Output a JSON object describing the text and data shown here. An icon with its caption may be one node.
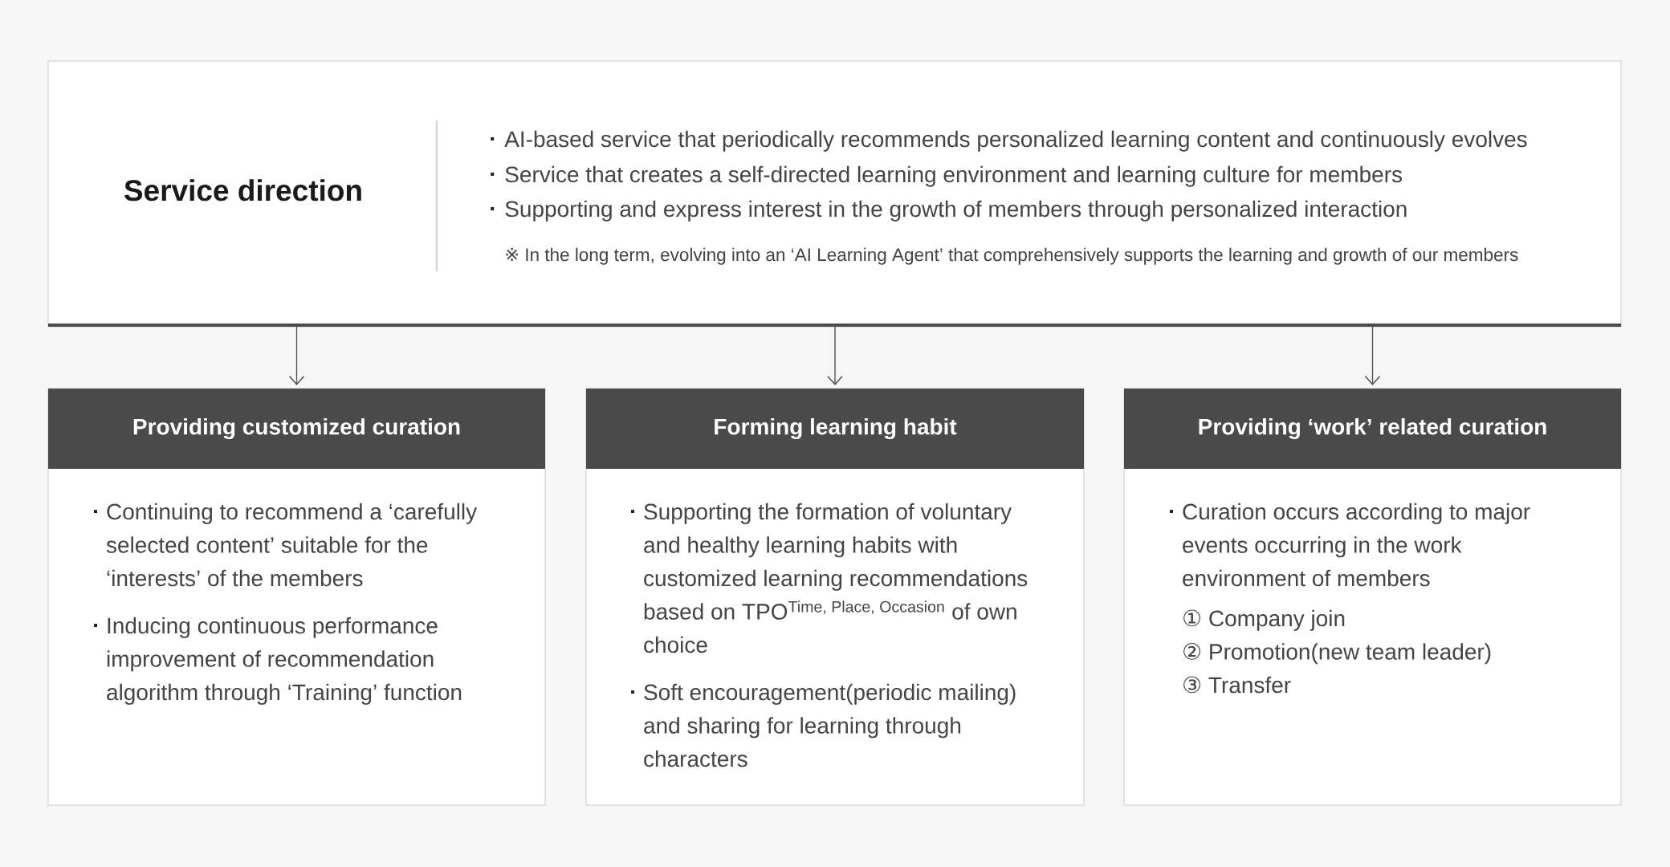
{
  "diagram": {
    "nodes": [
      {
        "text": [
          "Service direction",
          "AI-based service that periodically recommends personalized learning content and continuously evolves",
          "Service that creates a self-directed learning environment and learning culture for members",
          "Supporting and express interest in the growth of members through personalized interaction",
          "※ In the long term, evolving into an ‘AI Learning Agent’ that comprehensively supports the learning and growth of our members"
        ]
      },
      {
        "text": [
          "Providing customized curation",
          "Continuing to recommend a ‘carefully selected content’ suitable for the ‘interests’ of the members",
          "Inducing continuous performance improvement of recommendation algorithm through ‘Training’ function"
        ]
      },
      {
        "text": [
          "Forming learning habit",
          "Supporting the formation of voluntary and healthy learning habits with customized learning recommendations based on TPO$^{Time, Place, Occasion}$ of own choice",
          "Soft encouragement(periodic mailing) and sharing for learning through characters"
        ]
      },
      {
        "text": [
          "Providing ‘work’ related curation",
          "Curation occurs according to major events occurring in the work environment of members",
          "① Company join",
          "② Promotion(new team leader)",
          "③ Transfer"
        ]
      }
    ],
    "edges": [
      {
        "from": 0,
        "to": 1,
        "arrow": "to"
      },
      {
        "from": 0,
        "to": 2,
        "arrow": "to"
      },
      {
        "from": 0,
        "to": 3,
        "arrow": "to"
      }
    ]
  }
}
